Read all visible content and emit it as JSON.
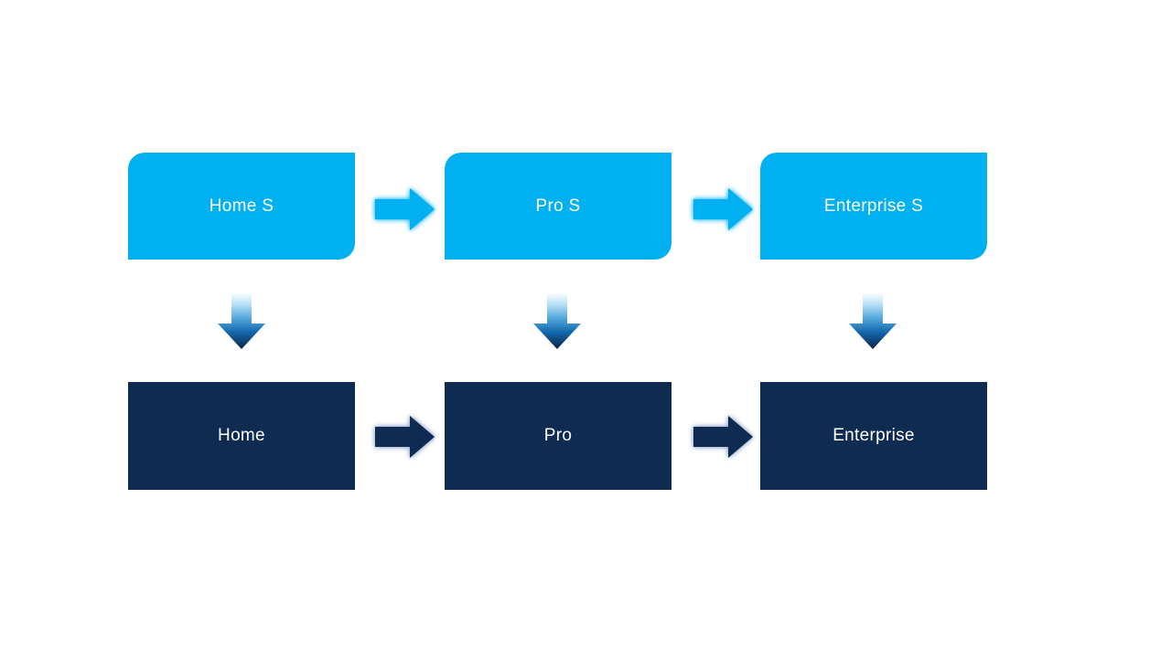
{
  "diagram": {
    "type": "flow",
    "background_color": "#FFFFFF",
    "nodes": {
      "top_row": [
        {
          "label": "Home S"
        },
        {
          "label": "Pro S"
        },
        {
          "label": "Enterprise S"
        }
      ],
      "bottom_row": [
        {
          "label": "Home"
        },
        {
          "label": "Pro"
        },
        {
          "label": "Enterprise"
        }
      ]
    },
    "connections": {
      "top_row_arrows": "right",
      "bottom_row_arrows": "right",
      "column_arrows": "down"
    },
    "colors": {
      "top_node_fill": "#00B0F0",
      "bottom_node_fill": "#0F2B52",
      "node_text": "#FFFFFF",
      "light_arrow_fill": "#00B0F0",
      "dark_arrow_fill": "#0F2B52",
      "down_arrow_gradient": [
        "#FFFFFF",
        "#BCE2F7",
        "#55A9DE",
        "#1368AC",
        "#0B2447"
      ]
    },
    "icons": {
      "right_arrow": "right-arrow-icon",
      "down_arrow": "down-arrow-icon"
    }
  }
}
